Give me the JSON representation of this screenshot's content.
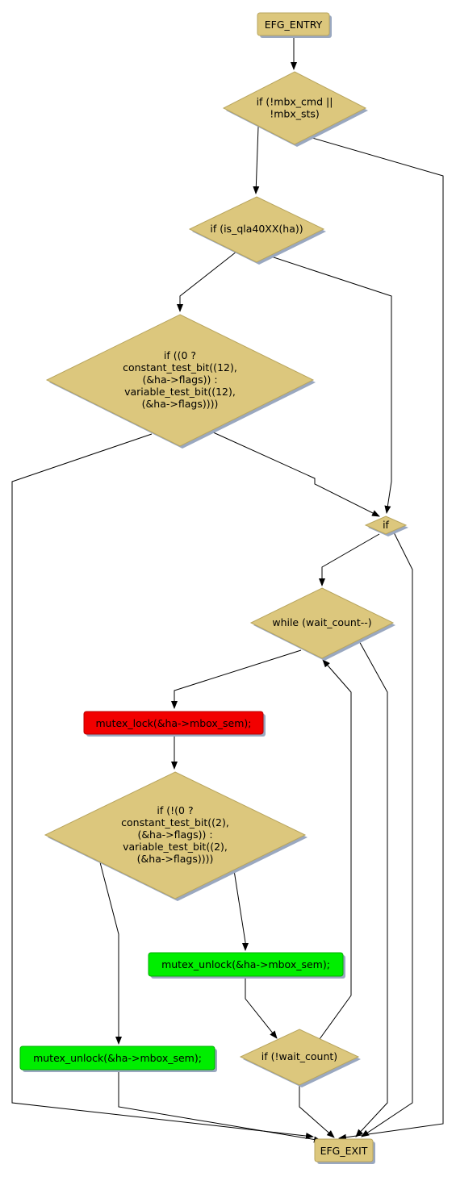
{
  "colors": {
    "cond_fill": "#dcc77d",
    "cond_stroke": "#b8a55e",
    "lock_fill": "#f20000",
    "unlock_fill": "#00ee00",
    "shadow": "#9aa8c0",
    "edge": "#000000"
  },
  "nodes": {
    "entry": {
      "label": "EFG_ENTRY"
    },
    "cond_mbx": {
      "lines": [
        "if (!mbx_cmd ||",
        "!mbx_sts)"
      ]
    },
    "cond_qla": {
      "lines": [
        "if (is_qla40XX(ha))"
      ]
    },
    "cond_testbit12": {
      "lines": [
        "if ((0 ?",
        "constant_test_bit((12),",
        "(&ha->flags)) :",
        "variable_test_bit((12),",
        "(&ha->flags))))"
      ]
    },
    "cond_if": {
      "lines": [
        "if"
      ]
    },
    "cond_while": {
      "lines": [
        "while (wait_count--)"
      ]
    },
    "mutex_lock": {
      "label": "mutex_lock(&ha->mbox_sem);"
    },
    "cond_testbit2": {
      "lines": [
        "if (!(0 ?",
        "constant_test_bit((2),",
        "(&ha->flags)) :",
        "variable_test_bit((2),",
        "(&ha->flags))))"
      ]
    },
    "unlock_right": {
      "label": "mutex_unlock(&ha->mbox_sem);"
    },
    "unlock_left": {
      "label": "mutex_unlock(&ha->mbox_sem);"
    },
    "cond_waitcount": {
      "lines": [
        "if (!wait_count)"
      ]
    },
    "exit": {
      "label": "EFG_EXIT"
    }
  }
}
